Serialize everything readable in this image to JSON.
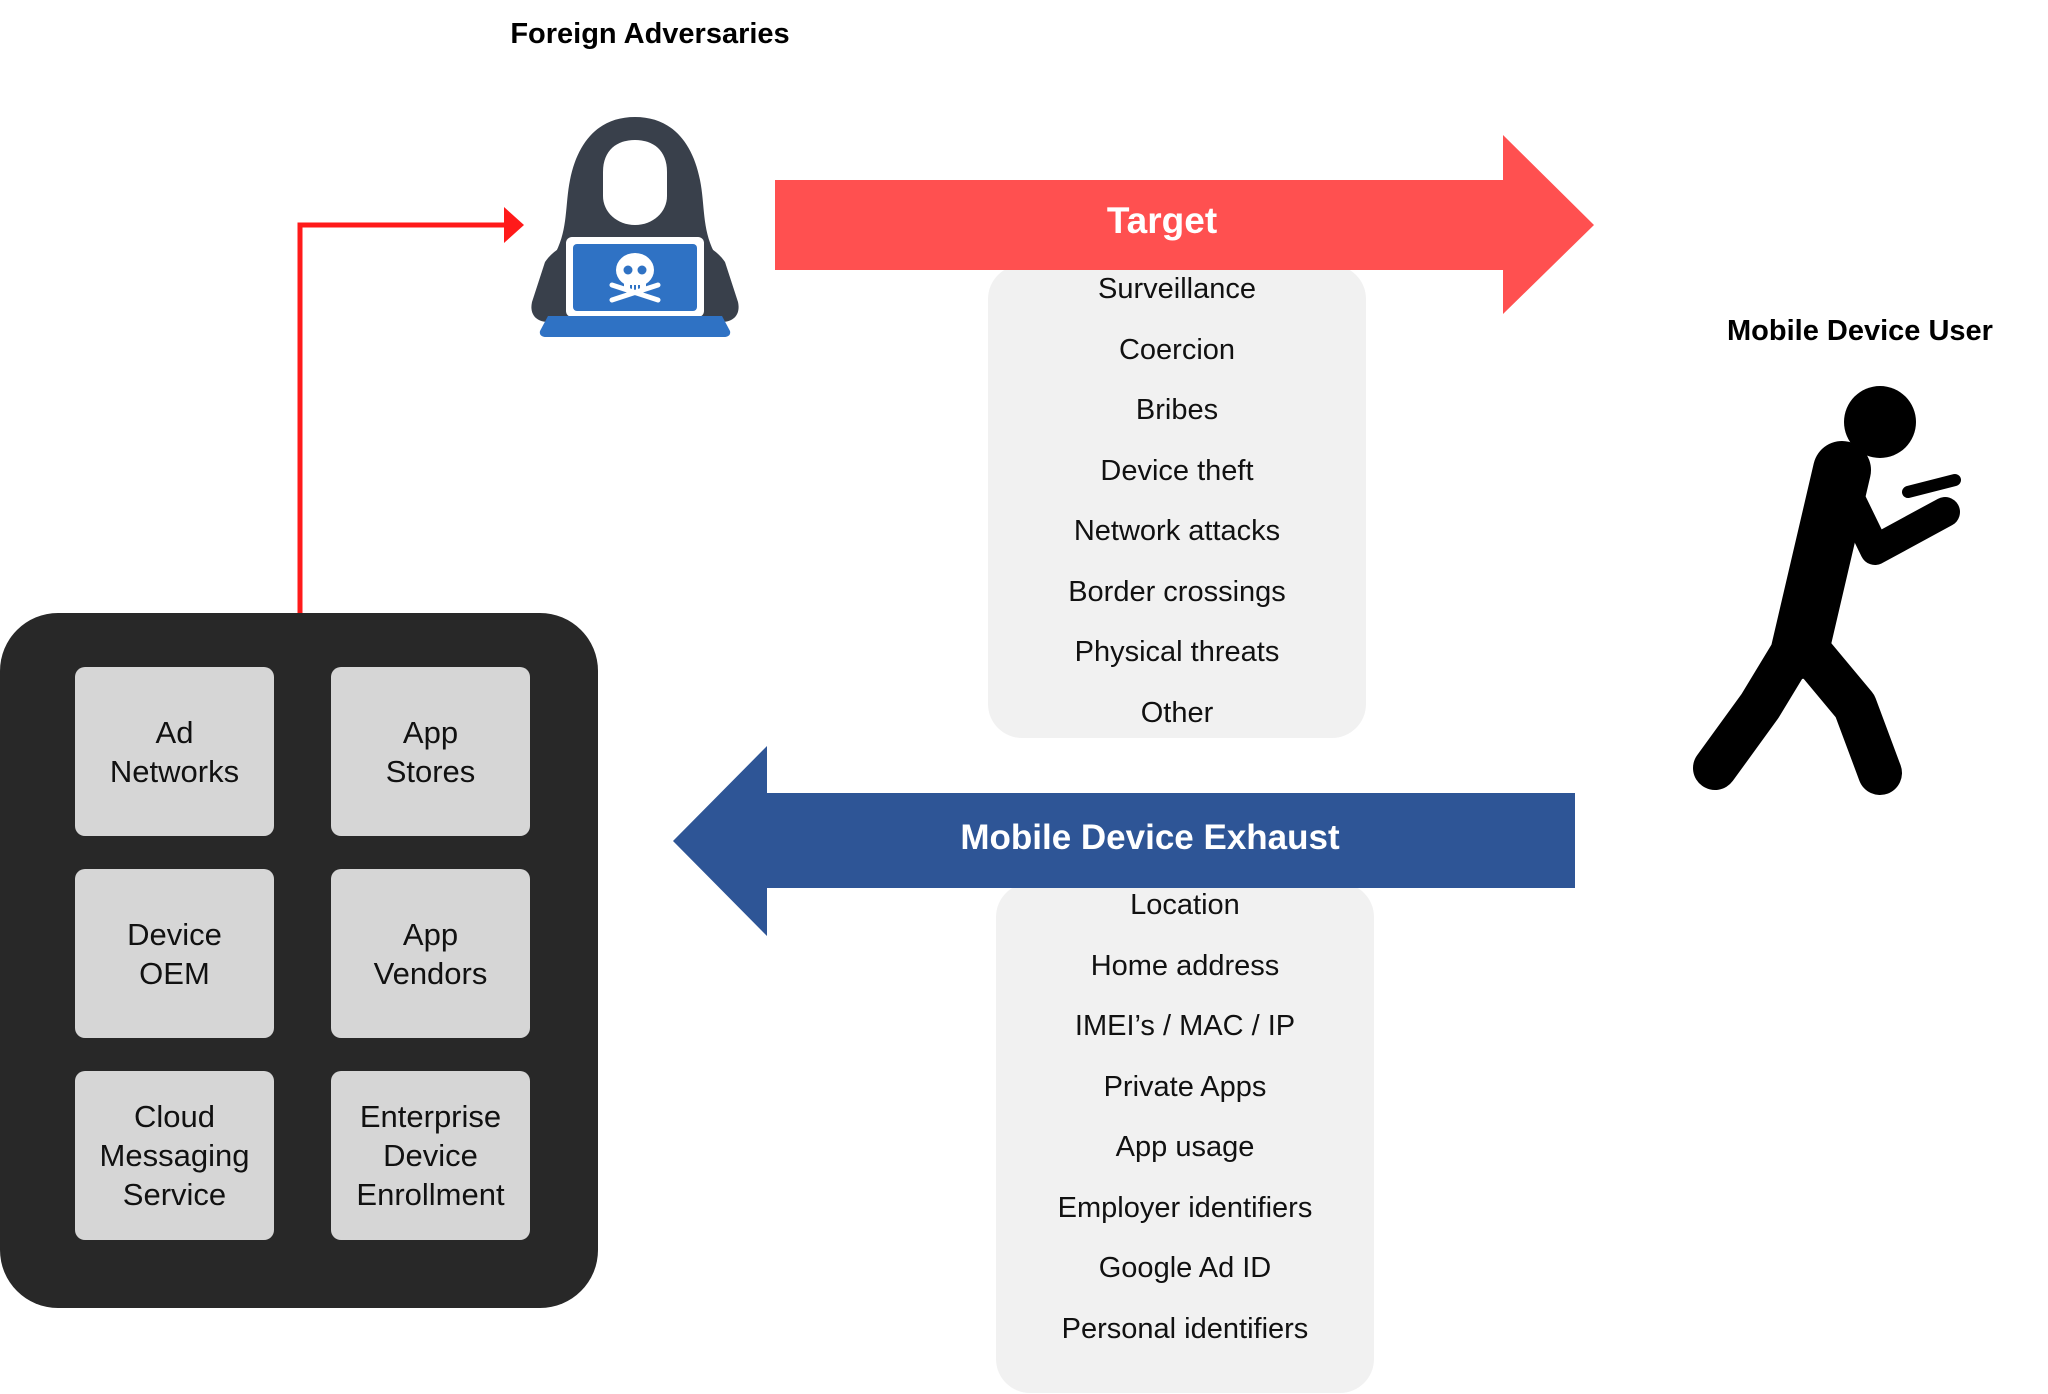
{
  "adversary": {
    "title": "Foreign Adversaries"
  },
  "user": {
    "title": "Mobile Device User"
  },
  "target_arrow": {
    "label": "Target",
    "color": "#ff5050",
    "items": [
      "Surveillance",
      "Coercion",
      "Bribes",
      "Device theft",
      "Network attacks",
      "Border crossings",
      "Physical threats",
      "Other"
    ]
  },
  "exhaust_arrow": {
    "label": "Mobile Device Exhaust",
    "color": "#2e5596",
    "items": [
      "Location",
      "Home address",
      "IMEI’s / MAC / IP",
      "Private Apps",
      "App usage",
      "Employer identifiers",
      "Google Ad ID",
      "Personal identifiers"
    ]
  },
  "sources": {
    "tiles": [
      "Ad\nNetworks",
      "App\nStores",
      "Device\nOEM",
      "App\nVendors",
      "Cloud\nMessaging\nService",
      "Enterprise\nDevice\nEnrollment"
    ]
  },
  "connector": {
    "color": "#ff1a1a"
  },
  "icons": {
    "adversary": "hooded-hacker-icon",
    "user": "walking-person-phone-icon"
  }
}
